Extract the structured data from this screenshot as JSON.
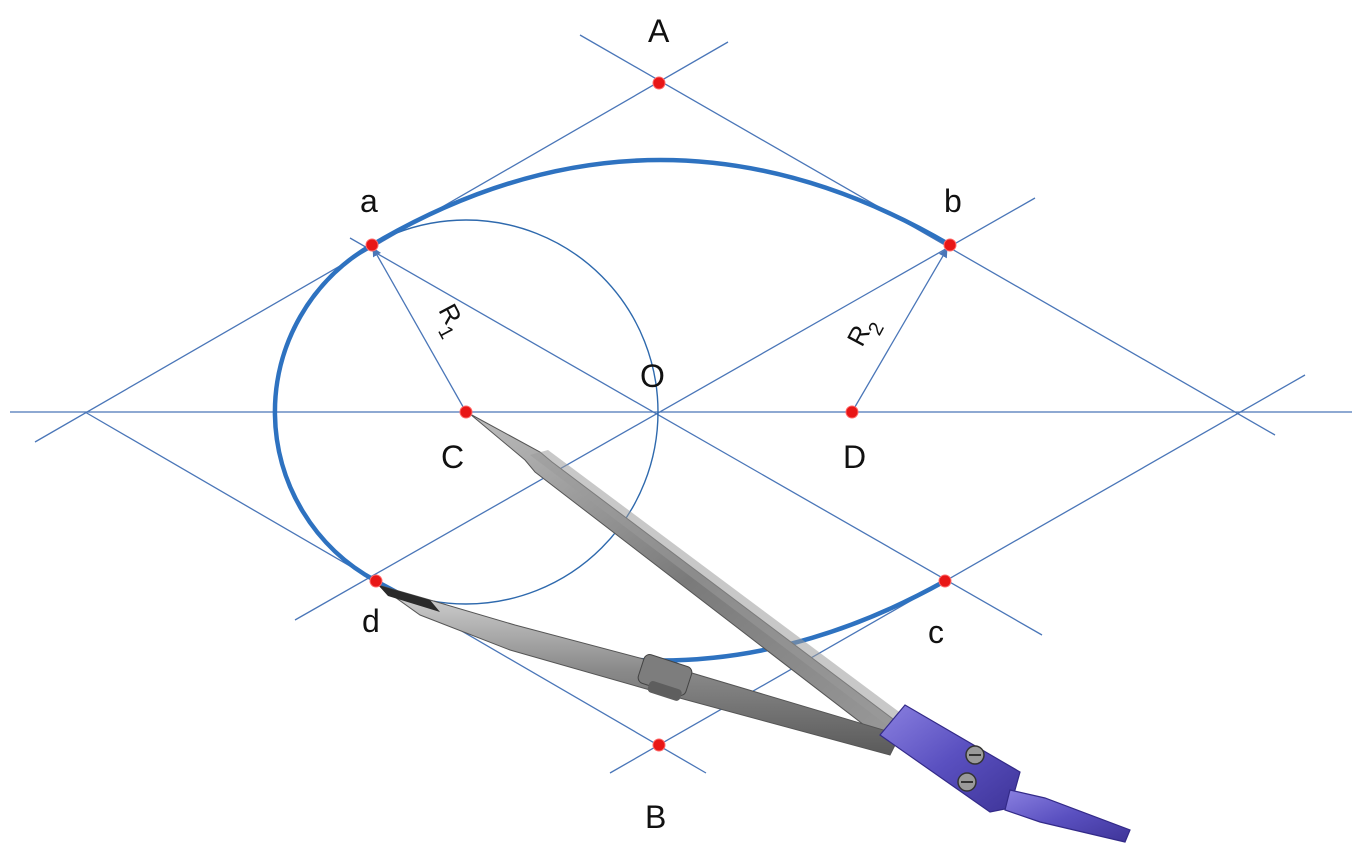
{
  "labels": {
    "A": "A",
    "B": "B",
    "C": "C",
    "D": "D",
    "O": "O",
    "a": "a",
    "b": "b",
    "c": "c",
    "d": "d"
  },
  "radii": {
    "r1": {
      "letter": "R",
      "sub": "1"
    },
    "r2": {
      "letter": "R",
      "sub": "2"
    }
  },
  "colors": {
    "construction_line": "#4a76b8",
    "oval_curve": "#2e72c0",
    "point": "#e81616",
    "compass_body": "#6a60c8"
  }
}
